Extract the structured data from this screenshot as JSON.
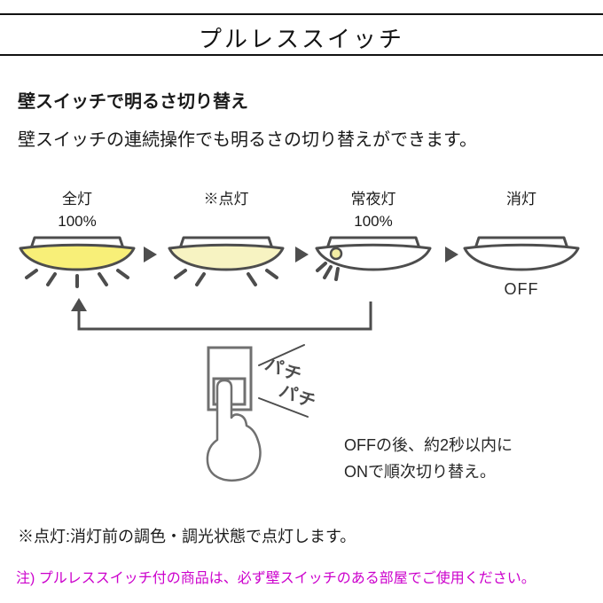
{
  "header": {
    "title": "プルレススイッチ"
  },
  "intro": {
    "heading": "壁スイッチで明るさ切り替え",
    "body": "壁スイッチの連続操作でも明るさの切り替えができます。"
  },
  "sequence": {
    "steps": [
      {
        "label": "全灯",
        "sublabel": "100%"
      },
      {
        "label": "※点灯",
        "sublabel": ""
      },
      {
        "label": "常夜灯",
        "sublabel": "100%"
      },
      {
        "label": "消灯",
        "sublabel": "",
        "caption": "OFF"
      }
    ],
    "sound": [
      "パチ",
      "パチ"
    ],
    "note_lines": [
      "OFFの後、約2秒以内に",
      "ONで順次切り替え。"
    ]
  },
  "footnotes": {
    "dim_note": "※点灯:消灯前の調色・調光状態で点灯します。",
    "warning": "注) プルレススイッチ付の商品は、必ず壁スイッチのある部屋でご使用ください。"
  },
  "colors": {
    "lamp_full": "#f8ef78",
    "lamp_dim": "#f7f3c2",
    "night_dot": "#f2eca4",
    "outline": "#4d4d4d",
    "warning_text": "#cc00cc"
  }
}
